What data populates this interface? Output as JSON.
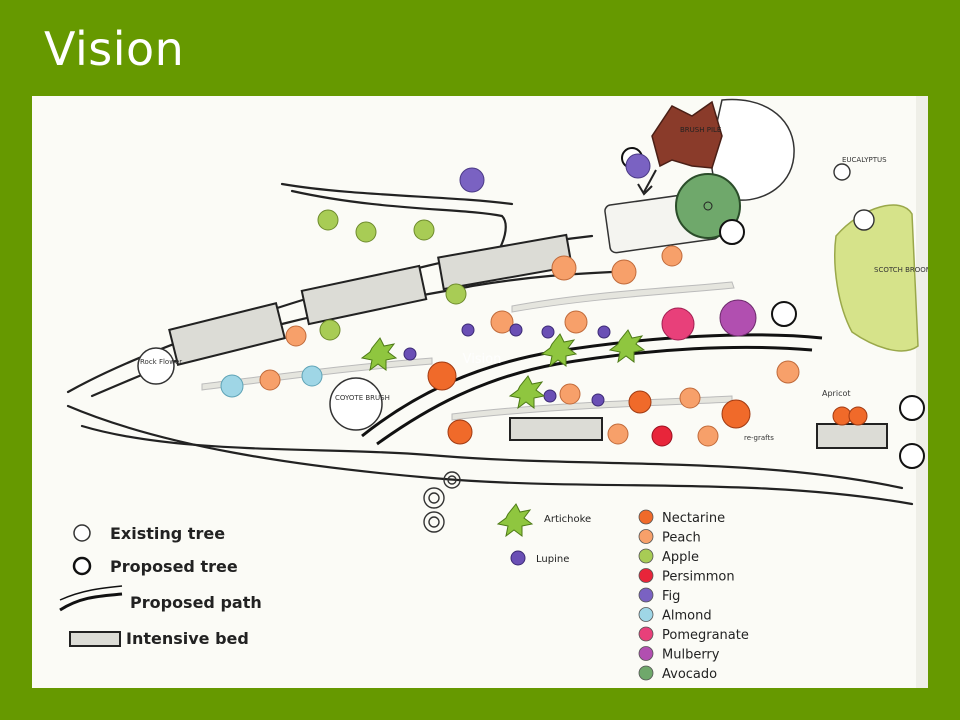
{
  "slide": {
    "title": "Vision",
    "background_color": "#669900",
    "overlay_label": "Vision"
  },
  "map": {
    "labels": {
      "brush_pile": "BRUSH PILE",
      "eucalyptus": "EUCALYPTUS",
      "scotch_broom": "SCOTCH BROOM",
      "rock_flower": "Rock Flower",
      "coyote_brush": "COYOTE BRUSH",
      "apricot": "Apricot",
      "regrafts": "re-grafts"
    },
    "legend_symbols": [
      {
        "label": "Existing tree",
        "icon": "existing-tree-icon"
      },
      {
        "label": "Proposed tree",
        "icon": "proposed-tree-icon"
      },
      {
        "label": "Proposed path",
        "icon": "proposed-path-icon"
      },
      {
        "label": "Intensive bed",
        "icon": "intensive-bed-icon"
      }
    ],
    "legend_plants": [
      {
        "label": "Artichoke",
        "icon": "artichoke-icon",
        "color": "#8fc63f"
      },
      {
        "label": "Lupine",
        "icon": "lupine-icon",
        "color": "#6a4fb5"
      }
    ],
    "legend_trees": [
      {
        "label": "Nectarine",
        "color": "#f06a2a"
      },
      {
        "label": "Peach",
        "color": "#f7a06a"
      },
      {
        "label": "Apple",
        "color": "#a8cc55"
      },
      {
        "label": "Persimmon",
        "color": "#e8253a"
      },
      {
        "label": "Fig",
        "color": "#7a62c2"
      },
      {
        "label": "Almond",
        "color": "#9fd6e6"
      },
      {
        "label": "Pomegranate",
        "color": "#e8407a"
      },
      {
        "label": "Mulberry",
        "color": "#b14fb0"
      },
      {
        "label": "Avocado",
        "color": "#6fa86b"
      }
    ]
  }
}
